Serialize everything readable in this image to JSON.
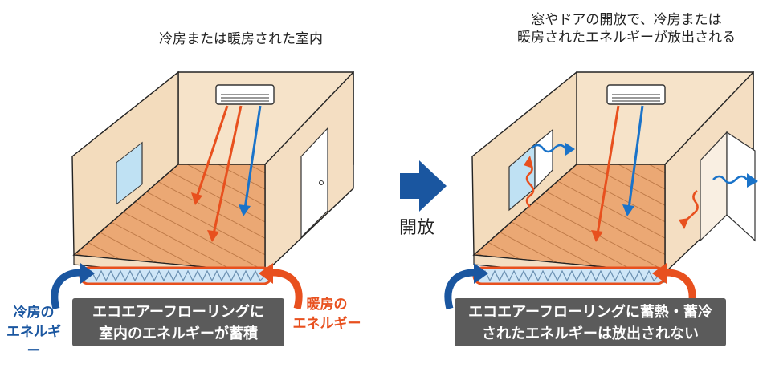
{
  "left": {
    "title": "冷房または暖房された室内",
    "caption_line1": "エコエアーフローリングに",
    "caption_line2": "室内のエネルギーが蓄積",
    "cool_label_line1": "冷房の",
    "cool_label_line2": "エネルギー",
    "heat_label_line1": "暖房の",
    "heat_label_line2": "エネルギー"
  },
  "middle": {
    "open_label": "開放"
  },
  "right": {
    "title_line1": "窓やドアの開放で、冷房または",
    "title_line2": "暖房されたエネルギーが放出される",
    "caption_line1": "エコエアーフローリングに蓄熱・蓄冷",
    "caption_line2": "されたエネルギーは放出されない"
  },
  "colors": {
    "wall": "#f6e3c9",
    "floor": "#e9a872",
    "outline": "#222222",
    "orange": "#e8501e",
    "blue": "#1a73c9",
    "arrow_blue": "#1a56a0",
    "caption_bg": "#5b5b5b"
  }
}
